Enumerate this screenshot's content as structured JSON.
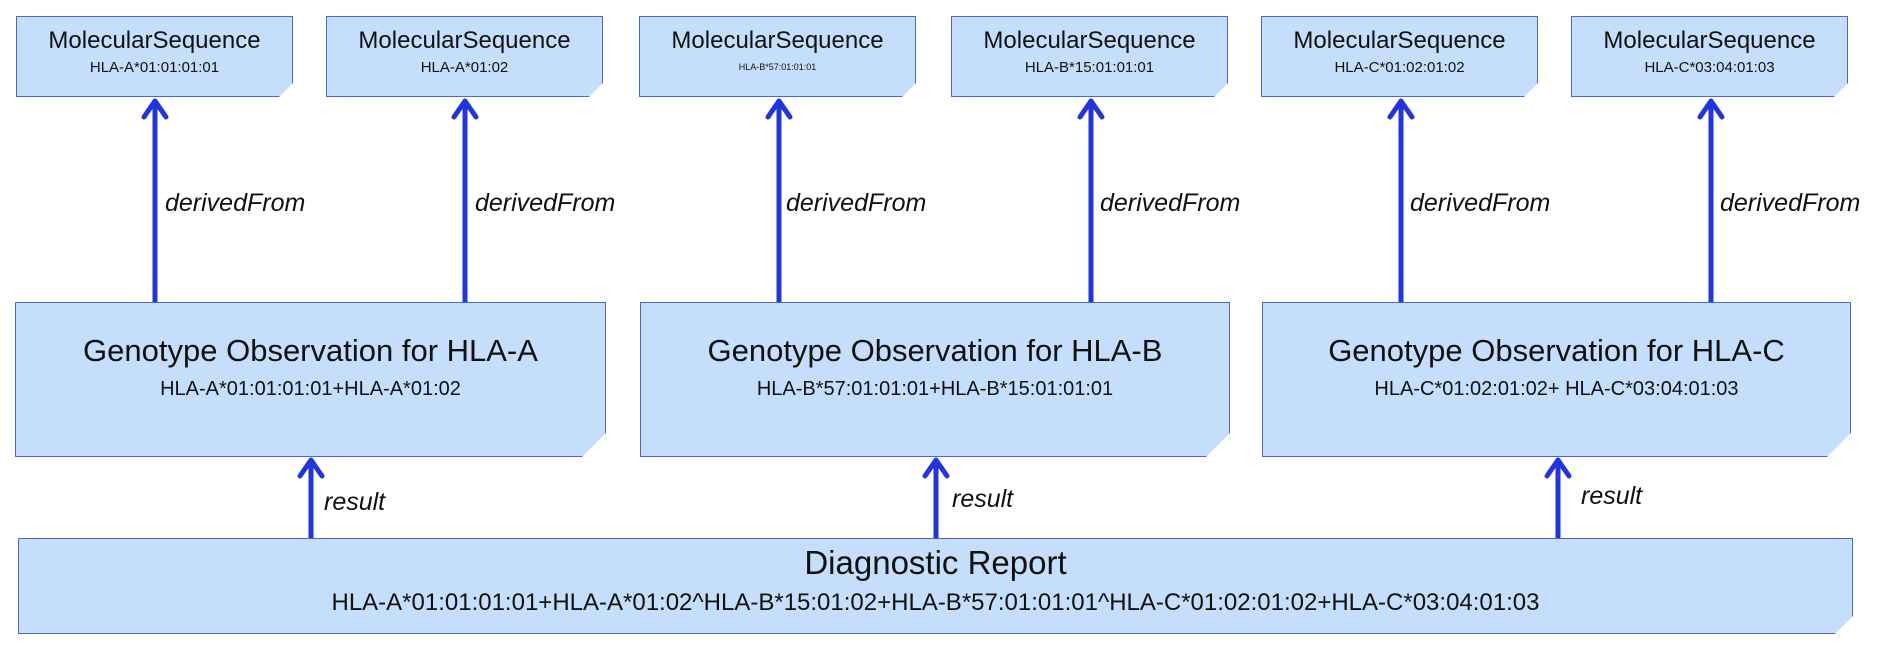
{
  "molecular_sequences": [
    {
      "title": "MolecularSequence",
      "id": "HLA-A*01:01:01:01"
    },
    {
      "title": "MolecularSequence",
      "id": "HLA-A*01:02"
    },
    {
      "title": "MolecularSequence",
      "id": "HLA-B*57:01:01:01"
    },
    {
      "title": "MolecularSequence",
      "id": "HLA-B*15:01:01:01"
    },
    {
      "title": "MolecularSequence",
      "id": "HLA-C*01:02:01:02"
    },
    {
      "title": "MolecularSequence",
      "id": "HLA-C*03:04:01:03"
    }
  ],
  "derived_from_labels": [
    "derivedFrom",
    "derivedFrom",
    "derivedFrom",
    "derivedFrom",
    "derivedFrom",
    "derivedFrom"
  ],
  "genotype_observations": [
    {
      "title": "Genotype Observation for HLA-A",
      "value": "HLA-A*01:01:01:01+HLA-A*01:02"
    },
    {
      "title": "Genotype Observation for HLA-B",
      "value": "HLA-B*57:01:01:01+HLA-B*15:01:01:01"
    },
    {
      "title": "Genotype Observation for HLA-C",
      "value": "HLA-C*01:02:01:02+ HLA-C*03:04:01:03"
    }
  ],
  "result_labels": [
    "result",
    "result",
    "result"
  ],
  "diagnostic_report": {
    "title": "Diagnostic Report",
    "value": "HLA-A*01:01:01:01+HLA-A*01:02^HLA-B*15:01:02+HLA-B*57:01:01:01^HLA-C*01:02:01:02+HLA-C*03:04:01:03"
  },
  "colors": {
    "box_fill": "#c5defb",
    "box_border": "#4a67c9",
    "arrow": "#2233e0"
  }
}
